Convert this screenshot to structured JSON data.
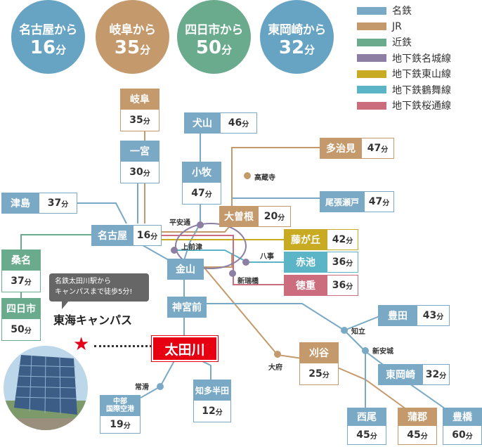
{
  "header_circles": [
    {
      "line1": "名古屋から",
      "num": "16",
      "unit": "分",
      "color": "#67a3c3"
    },
    {
      "line1": "岐阜から",
      "num": "35",
      "unit": "分",
      "color": "#c49a6c"
    },
    {
      "line1": "四日市から",
      "num": "50",
      "unit": "分",
      "color": "#6aaa8d"
    },
    {
      "line1": "東岡崎から",
      "num": "32",
      "unit": "分",
      "color": "#67a3c3"
    }
  ],
  "legend": [
    {
      "label": "名鉄",
      "color": "#7aa9c6"
    },
    {
      "label": "JR",
      "color": "#c49a6c"
    },
    {
      "label": "近鉄",
      "color": "#6aaa8d"
    },
    {
      "label": "地下鉄名城線",
      "color": "#8c7fa3"
    },
    {
      "label": "地下鉄東山線",
      "color": "#c8aa23"
    },
    {
      "label": "地下鉄鶴舞線",
      "color": "#5bb5c7"
    },
    {
      "label": "地下鉄桜通線",
      "color": "#cc6d7e"
    }
  ],
  "stations": {
    "gifu": {
      "name": "岐阜",
      "time": "35",
      "unit": "分"
    },
    "ichinomiya": {
      "name": "一宮",
      "time": "30",
      "unit": "分"
    },
    "inuyama": {
      "name": "犬山",
      "time": "46",
      "unit": "分"
    },
    "komaki": {
      "name": "小牧",
      "time": "47",
      "unit": "分"
    },
    "tajimi": {
      "name": "多治見",
      "time": "47",
      "unit": "分"
    },
    "tsushima": {
      "name": "津島",
      "time": "37",
      "unit": "分"
    },
    "owariseto": {
      "name": "尾張瀬戸",
      "time": "47",
      "unit": "分"
    },
    "ozone": {
      "name": "大曽根",
      "time": "20",
      "unit": "分"
    },
    "nagoya": {
      "name": "名古屋",
      "time": "16",
      "unit": "分"
    },
    "fujigaoka": {
      "name": "藤が丘",
      "time": "42",
      "unit": "分"
    },
    "kuwana": {
      "name": "桑名",
      "time": "37",
      "unit": "分"
    },
    "akaike": {
      "name": "赤池",
      "time": "36",
      "unit": "分"
    },
    "kanayama": {
      "name": "金山"
    },
    "tokushige": {
      "name": "徳重",
      "time": "36",
      "unit": "分"
    },
    "yokkaichi": {
      "name": "四日市",
      "time": "50",
      "unit": "分"
    },
    "jingumae": {
      "name": "神宮前"
    },
    "toyota": {
      "name": "豊田",
      "time": "43",
      "unit": "分"
    },
    "kariya": {
      "name": "刈谷",
      "time": "25",
      "unit": "分"
    },
    "higashiokazaki": {
      "name": "東岡崎",
      "time": "32",
      "unit": "分"
    },
    "centrair": {
      "name": "中部\n国際空港",
      "time": "19",
      "unit": "分"
    },
    "chitahanda": {
      "name": "知多半田",
      "time": "12",
      "unit": "分"
    },
    "nishio": {
      "name": "西尾",
      "time": "45",
      "unit": "分"
    },
    "gamagori": {
      "name": "蒲郡",
      "time": "45",
      "unit": "分"
    },
    "toyohashi": {
      "name": "豊橋",
      "time": "60",
      "unit": "分"
    }
  },
  "small_stations": {
    "kozoji": "高蔵寺",
    "heiandori": "平安通",
    "kamimaezu": "上前津",
    "yagoto": "八事",
    "shinmizuhashi": "新瑞橋",
    "chiryu": "知立",
    "shinanjo": "新安城",
    "obu": "大府",
    "tokoname": "常滑"
  },
  "campus": {
    "note_line1": "名鉄太田川駅から",
    "note_line2": "キャンパスまで徒歩5分!",
    "title": "東海キャンパス",
    "station": "太田川"
  }
}
